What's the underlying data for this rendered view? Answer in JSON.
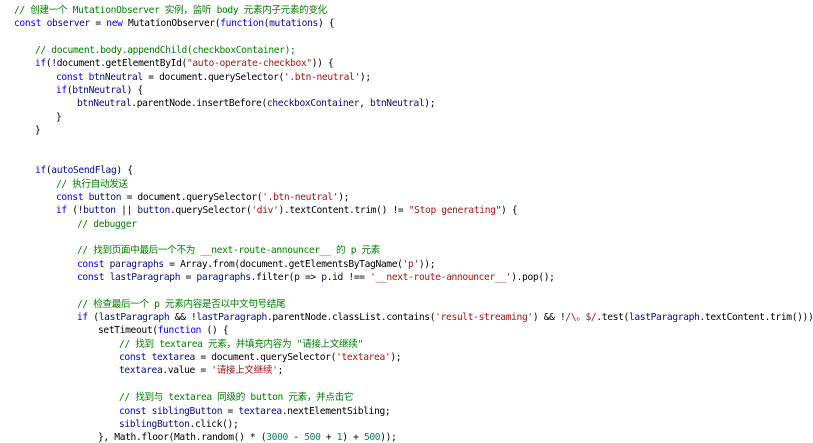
{
  "editor": {
    "background": "#ffffff",
    "colors": {
      "keyword": "#0000ff",
      "identifier": "#001080",
      "string": "#a31515",
      "comment": "#008000",
      "number": "#098658",
      "regex": "#811f3f",
      "plain": "#000000"
    },
    "lines": [
      {
        "indent": 0,
        "tokens": [
          {
            "t": "// 创建一个 MutationObserver 实例，监听 body 元素内子元素的变化",
            "c": "comment"
          }
        ]
      },
      {
        "indent": 0,
        "tokens": [
          {
            "t": "const",
            "c": "kw"
          },
          {
            "t": " "
          },
          {
            "t": "observer",
            "c": "ident"
          },
          {
            "t": " = "
          },
          {
            "t": "new",
            "c": "kw"
          },
          {
            "t": " MutationObserver("
          },
          {
            "t": "function",
            "c": "kw"
          },
          {
            "t": "("
          },
          {
            "t": "mutations",
            "c": "ident"
          },
          {
            "t": ") {"
          }
        ]
      },
      {
        "indent": 0,
        "tokens": []
      },
      {
        "indent": 1,
        "tokens": [
          {
            "t": "// document.body.appendChild(checkboxContainer);",
            "c": "comment"
          }
        ]
      },
      {
        "indent": 1,
        "tokens": [
          {
            "t": "if",
            "c": "kw"
          },
          {
            "t": "(!document.getElementById("
          },
          {
            "t": "\"auto-operate-checkbox\"",
            "c": "string"
          },
          {
            "t": ")) {"
          }
        ]
      },
      {
        "indent": 2,
        "tokens": [
          {
            "t": "const",
            "c": "kw"
          },
          {
            "t": " "
          },
          {
            "t": "btnNeutral",
            "c": "ident"
          },
          {
            "t": " = document.querySelector("
          },
          {
            "t": "'.btn-neutral'",
            "c": "string"
          },
          {
            "t": ");"
          }
        ]
      },
      {
        "indent": 2,
        "tokens": [
          {
            "t": "if",
            "c": "kw"
          },
          {
            "t": "("
          },
          {
            "t": "btnNeutral",
            "c": "ident"
          },
          {
            "t": ") {"
          }
        ]
      },
      {
        "indent": 3,
        "tokens": [
          {
            "t": "btnNeutral",
            "c": "ident"
          },
          {
            "t": ".parentNode.insertBefore("
          },
          {
            "t": "checkboxContainer",
            "c": "ident"
          },
          {
            "t": ", "
          },
          {
            "t": "btnNeutral",
            "c": "ident"
          },
          {
            "t": ");"
          }
        ]
      },
      {
        "indent": 2,
        "tokens": [
          {
            "t": "}"
          }
        ]
      },
      {
        "indent": 1,
        "tokens": [
          {
            "t": "}"
          }
        ]
      },
      {
        "indent": 0,
        "tokens": []
      },
      {
        "indent": 0,
        "tokens": []
      },
      {
        "indent": 1,
        "tokens": [
          {
            "t": "if",
            "c": "kw"
          },
          {
            "t": "("
          },
          {
            "t": "autoSendFlag",
            "c": "ident"
          },
          {
            "t": ") {"
          }
        ]
      },
      {
        "indent": 2,
        "tokens": [
          {
            "t": "// 执行自动发送",
            "c": "comment"
          }
        ]
      },
      {
        "indent": 2,
        "tokens": [
          {
            "t": "const",
            "c": "kw"
          },
          {
            "t": " "
          },
          {
            "t": "button",
            "c": "ident"
          },
          {
            "t": " = document.querySelector("
          },
          {
            "t": "'.btn-neutral'",
            "c": "string"
          },
          {
            "t": ");"
          }
        ]
      },
      {
        "indent": 2,
        "tokens": [
          {
            "t": "if",
            "c": "kw"
          },
          {
            "t": " (!"
          },
          {
            "t": "button",
            "c": "ident"
          },
          {
            "t": " || "
          },
          {
            "t": "button",
            "c": "ident"
          },
          {
            "t": ".querySelector("
          },
          {
            "t": "'div'",
            "c": "string"
          },
          {
            "t": ").textContent.trim() != "
          },
          {
            "t": "\"Stop generating\"",
            "c": "string"
          },
          {
            "t": ") {"
          }
        ]
      },
      {
        "indent": 3,
        "tokens": [
          {
            "t": "// debugger",
            "c": "comment"
          }
        ]
      },
      {
        "indent": 0,
        "tokens": []
      },
      {
        "indent": 3,
        "tokens": [
          {
            "t": "// 找到页面中最后一个不为 __next-route-announcer__ 的 p 元素",
            "c": "comment"
          }
        ]
      },
      {
        "indent": 3,
        "tokens": [
          {
            "t": "const",
            "c": "kw"
          },
          {
            "t": " "
          },
          {
            "t": "paragraphs",
            "c": "ident"
          },
          {
            "t": " = Array.from(document.getElementsByTagName("
          },
          {
            "t": "'p'",
            "c": "string"
          },
          {
            "t": "));"
          }
        ]
      },
      {
        "indent": 3,
        "tokens": [
          {
            "t": "const",
            "c": "kw"
          },
          {
            "t": " "
          },
          {
            "t": "lastParagraph",
            "c": "ident"
          },
          {
            "t": " = "
          },
          {
            "t": "paragraphs",
            "c": "ident"
          },
          {
            "t": ".filter("
          },
          {
            "t": "p",
            "c": "ident"
          },
          {
            "t": " => "
          },
          {
            "t": "p",
            "c": "ident"
          },
          {
            "t": ".id !== "
          },
          {
            "t": "'__next-route-announcer__'",
            "c": "string"
          },
          {
            "t": ").pop();"
          }
        ]
      },
      {
        "indent": 0,
        "tokens": []
      },
      {
        "indent": 3,
        "tokens": [
          {
            "t": "// 检查最后一个 p 元素内容是否以中文句号结尾",
            "c": "comment"
          }
        ]
      },
      {
        "indent": 3,
        "tokens": [
          {
            "t": "if",
            "c": "kw"
          },
          {
            "t": " ("
          },
          {
            "t": "lastParagraph",
            "c": "ident"
          },
          {
            "t": " && !"
          },
          {
            "t": "lastParagraph",
            "c": "ident"
          },
          {
            "t": ".parentNode.classList.contains("
          },
          {
            "t": "'result-streaming'",
            "c": "string"
          },
          {
            "t": ") && !"
          },
          {
            "t": "/\\。$/",
            "c": "regex"
          },
          {
            "t": ".test("
          },
          {
            "t": "lastParagraph",
            "c": "ident"
          },
          {
            "t": ".textContent.trim())) {"
          }
        ]
      },
      {
        "indent": 4,
        "tokens": [
          {
            "t": "setTimeout("
          },
          {
            "t": "function",
            "c": "kw"
          },
          {
            "t": " () {"
          }
        ]
      },
      {
        "indent": 5,
        "tokens": [
          {
            "t": "// 找到 textarea 元素，并填充内容为 \"请接上文继续\"",
            "c": "comment"
          }
        ]
      },
      {
        "indent": 5,
        "tokens": [
          {
            "t": "const",
            "c": "kw"
          },
          {
            "t": " "
          },
          {
            "t": "textarea",
            "c": "ident"
          },
          {
            "t": " = document.querySelector("
          },
          {
            "t": "'textarea'",
            "c": "string"
          },
          {
            "t": ");"
          }
        ]
      },
      {
        "indent": 5,
        "tokens": [
          {
            "t": "textarea",
            "c": "ident"
          },
          {
            "t": ".value = "
          },
          {
            "t": "'请接上文继续'",
            "c": "string"
          },
          {
            "t": ";"
          }
        ]
      },
      {
        "indent": 0,
        "tokens": []
      },
      {
        "indent": 5,
        "tokens": [
          {
            "t": "// 找到与 textarea 同级的 button 元素，并点击它",
            "c": "comment"
          }
        ]
      },
      {
        "indent": 5,
        "tokens": [
          {
            "t": "const",
            "c": "kw"
          },
          {
            "t": " "
          },
          {
            "t": "siblingButton",
            "c": "ident"
          },
          {
            "t": " = "
          },
          {
            "t": "textarea",
            "c": "ident"
          },
          {
            "t": ".nextElementSibling;"
          }
        ]
      },
      {
        "indent": 5,
        "tokens": [
          {
            "t": "siblingButton",
            "c": "ident"
          },
          {
            "t": ".click();"
          }
        ]
      },
      {
        "indent": 4,
        "tokens": [
          {
            "t": "}, Math.floor(Math.random() * ("
          },
          {
            "t": "3000",
            "c": "number"
          },
          {
            "t": " - "
          },
          {
            "t": "500",
            "c": "number"
          },
          {
            "t": " + "
          },
          {
            "t": "1",
            "c": "number"
          },
          {
            "t": ") + "
          },
          {
            "t": "500",
            "c": "number"
          },
          {
            "t": "));"
          }
        ]
      },
      {
        "indent": 3,
        "tokens": [
          {
            "t": "}"
          }
        ]
      }
    ]
  }
}
